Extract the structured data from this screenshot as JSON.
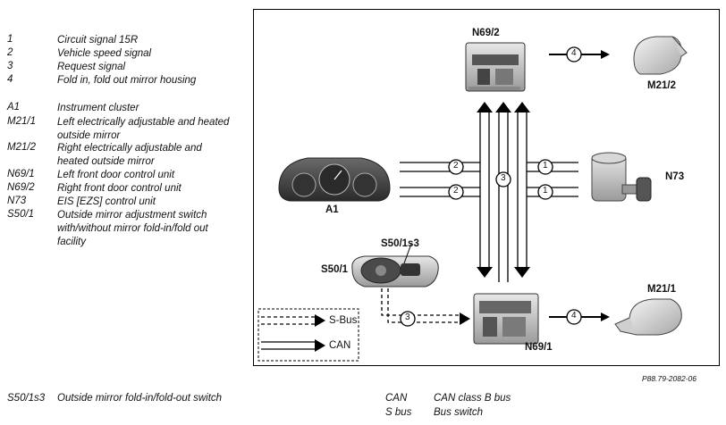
{
  "legend": [
    {
      "code": "1",
      "desc": "Circuit signal 15R"
    },
    {
      "code": "2",
      "desc": "Vehicle speed signal"
    },
    {
      "code": "3",
      "desc": "Request signal"
    },
    {
      "code": "4",
      "desc": "Fold in, fold out mirror housing"
    },
    {
      "code": "A1",
      "desc": "Instrument cluster"
    },
    {
      "code": "M21/1",
      "desc": "Left electrically adjustable and heated outside mirror"
    },
    {
      "code": "M21/2",
      "desc": "Right electrically adjustable and heated outside mirror"
    },
    {
      "code": "N69/1",
      "desc": "Left front door control unit"
    },
    {
      "code": "N69/2",
      "desc": "Right front door control unit"
    },
    {
      "code": "N73",
      "desc": "EIS [EZS] control unit"
    },
    {
      "code": "S50/1",
      "desc": "Outside mirror adjustment switch with/without mirror fold-in/fold out facility"
    }
  ],
  "diagram": {
    "n69_2": "N69/2",
    "m21_2": "M21/2",
    "a1": "A1",
    "n73": "N73",
    "s50_1s3": "S50/1s3",
    "s50_1": "S50/1",
    "n69_1": "N69/1",
    "m21_1": "M21/1",
    "num1": "1",
    "num2": "2",
    "num3": "3",
    "num4": "4",
    "key_sbus": "S-Bus",
    "key_can": "CAN"
  },
  "figure_id": "P88.79-2082-06",
  "bottom_left": {
    "code": "S50/1s3",
    "desc": "Outside mirror fold-in/fold-out switch"
  },
  "bottom_right": [
    {
      "code": "CAN",
      "desc": "CAN class B bus"
    },
    {
      "code": "S bus",
      "desc": "Bus switch"
    }
  ]
}
